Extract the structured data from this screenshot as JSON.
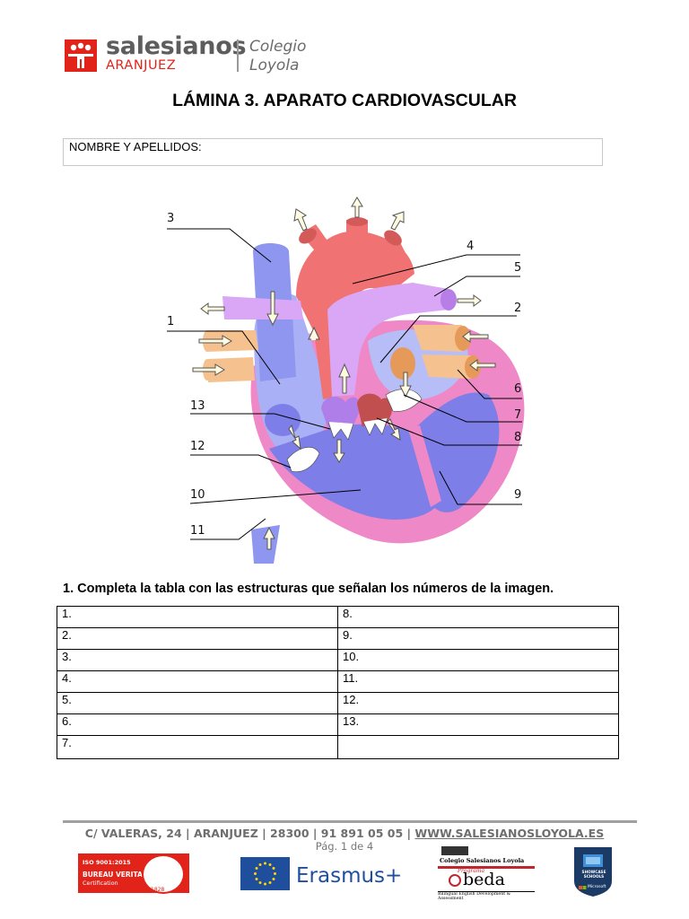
{
  "header": {
    "brand_name": "salesianos",
    "brand_city": "ARANJUEZ",
    "school_line1": "Colegio",
    "school_line2": "Loyola",
    "colors": {
      "brand_red": "#e2231a",
      "brand_gray": "#5d5d5d"
    }
  },
  "title": "LÁMINA 3. APARATO CARDIOVASCULAR",
  "name_field": {
    "label": "NOMBRE Y APELLIDOS:",
    "value": ""
  },
  "diagram": {
    "labels": [
      "1",
      "2",
      "3",
      "4",
      "5",
      "6",
      "7",
      "8",
      "9",
      "10",
      "11",
      "12",
      "13"
    ]
  },
  "question": {
    "number": "1.",
    "text": " Completa la tabla con las estructuras que señalan los números de la imagen."
  },
  "answer_table": {
    "rows": [
      [
        "1.",
        "8."
      ],
      [
        "2.",
        "9."
      ],
      [
        "3.",
        "10."
      ],
      [
        "4.",
        "11."
      ],
      [
        "5.",
        "12."
      ],
      [
        "6.",
        "13."
      ],
      [
        "7.",
        ""
      ]
    ]
  },
  "footer": {
    "address": "C/ VALERAS, 24 | ARANJUEZ | 28300 | 91 891 05 05 | ",
    "website": "WWW.SALESIANOSLOYOLA.ES",
    "page": "Pág. 1 de 4",
    "logos": {
      "bureau_veritas_line1": "ISO 9001:2015",
      "bureau_veritas_line2": "BUREAU VERITAS",
      "bureau_veritas_line3": "Certification",
      "bureau_veritas_year": "1828",
      "erasmus": "Erasmus+",
      "ubeda_school": "Colegio Salesianos Loyola",
      "ubeda_program": "Programa",
      "ubeda_name": "beda",
      "ubeda_caption": "Bilingual English Development & Assessment",
      "showcase": "SHOWCASE SCHOOLS",
      "microsoft": "Microsoft"
    }
  }
}
